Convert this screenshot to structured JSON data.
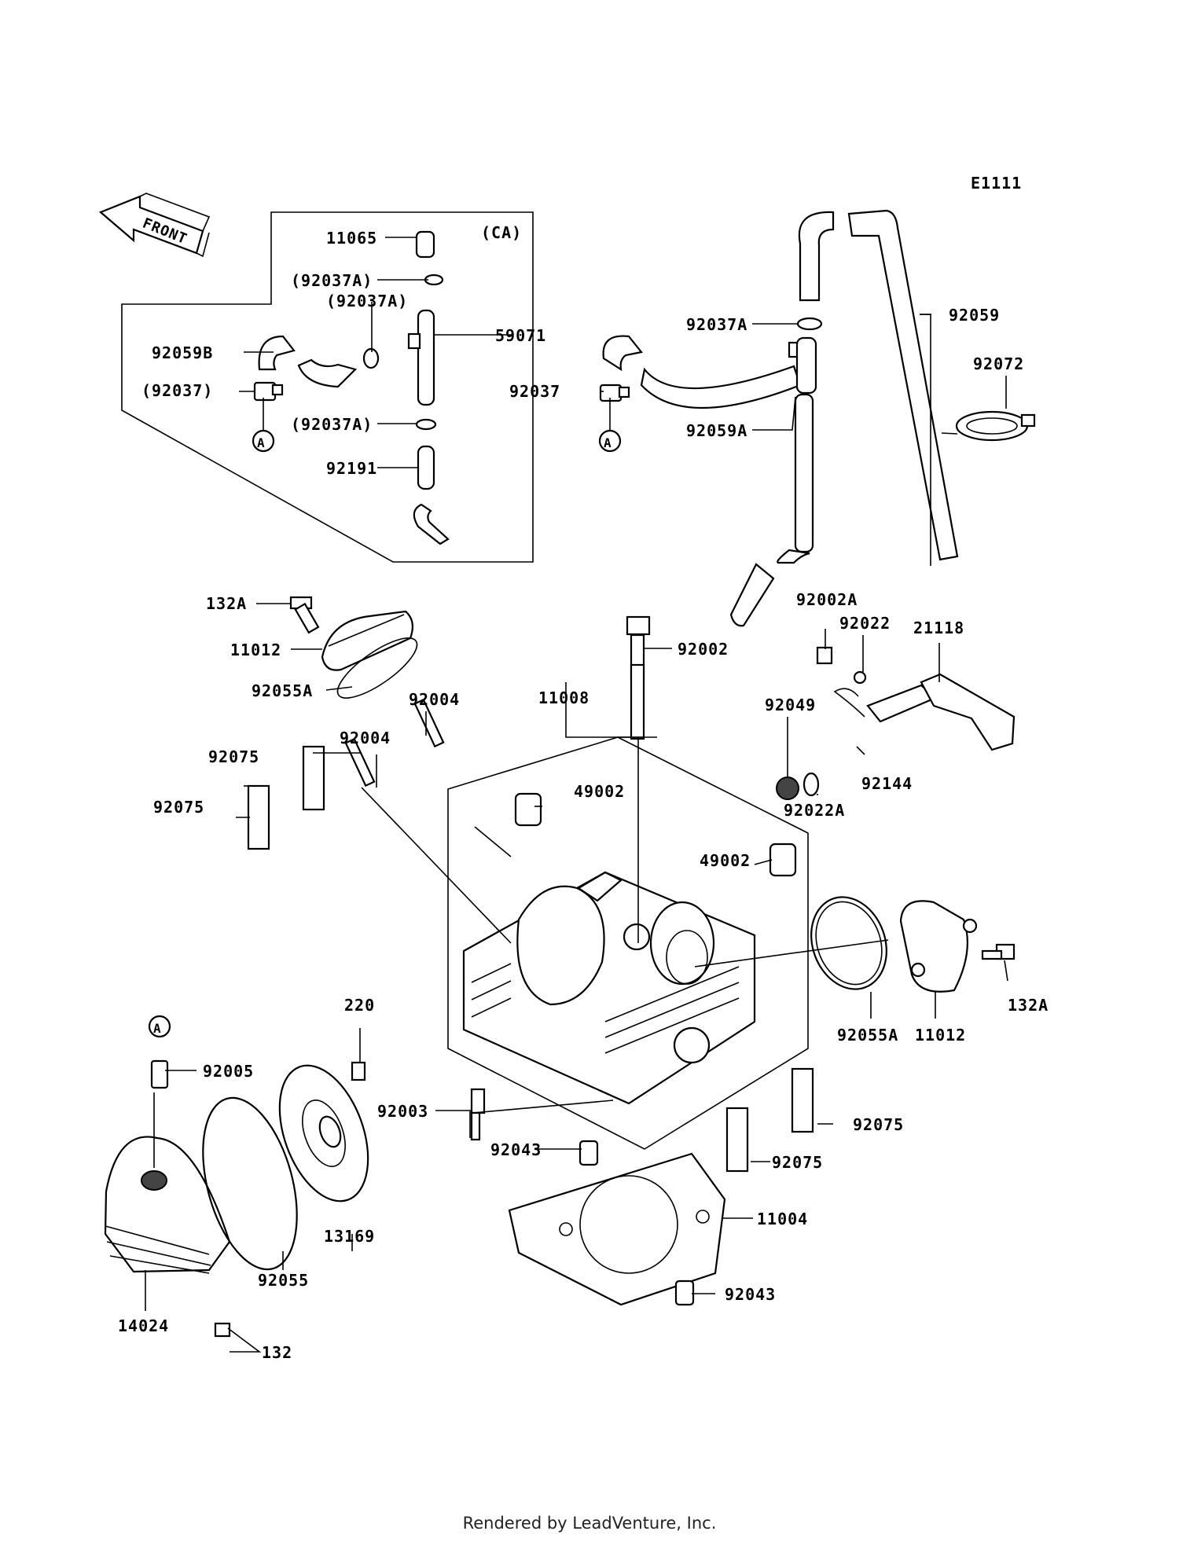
{
  "diagram_code": "E1111",
  "front_label": "FRONT",
  "ca_box_label": "(CA)",
  "callout_marker": "A",
  "footer": "Rendered by LeadVenture, Inc.",
  "parts": {
    "p11065": "11065",
    "p92037A_ca1": "(92037A)",
    "p92037A_ca2": "(92037A)",
    "p59071": "59071",
    "p92059B": "92059B",
    "p92037_ca": "(92037)",
    "p92037A_ca3": "(92037A)",
    "p92191": "92191",
    "p92037A": "92037A",
    "p92059": "92059",
    "p92072": "92072",
    "p92037": "92037",
    "p92059A": "92059A",
    "p132A_top": "132A",
    "p11012_top": "11012",
    "p92055A_top": "92055A",
    "p92002": "92002",
    "p92002A": "92002A",
    "p92022": "92022",
    "p21118": "21118",
    "p92004_a": "92004",
    "p11008": "11008",
    "p92049": "92049",
    "p92004_b": "92004",
    "p92075_a": "92075",
    "p92075_b": "92075",
    "p49002_a": "49002",
    "p92144": "92144",
    "p92022A": "92022A",
    "p49002_b": "49002",
    "p132A_right": "132A",
    "p92055A_right": "92055A",
    "p11012_right": "11012",
    "p220": "220",
    "p92005": "92005",
    "p92003": "92003",
    "p92075_c": "92075",
    "p92075_d": "92075",
    "p92043_a": "92043",
    "p11004": "11004",
    "p13169": "13169",
    "p92055": "92055",
    "p92043_b": "92043",
    "p14024": "14024",
    "p132": "132"
  }
}
